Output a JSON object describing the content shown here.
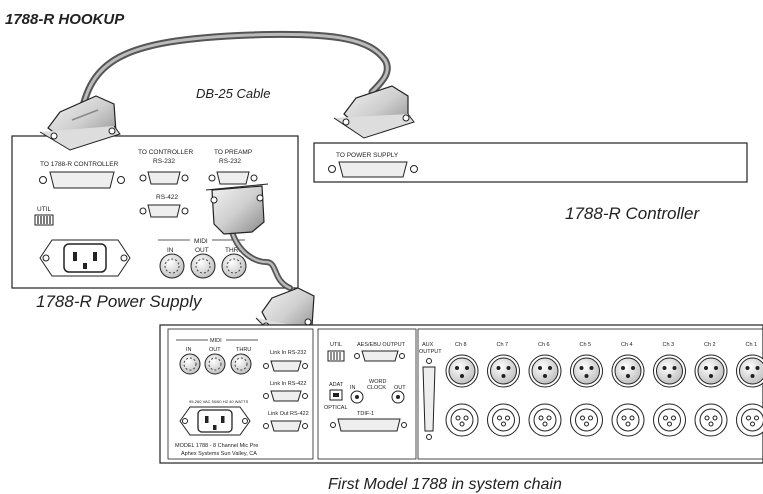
{
  "title": "1788-R HOOKUP",
  "cable_label": "DB-25 Cable",
  "power_supply": {
    "name": "1788-R Power Supply",
    "to_controller_label": "TO 1788-R CONTROLLER",
    "to_controller_header": "TO CONTROLLER",
    "to_preamp_header": "TO PREAMP",
    "rs232_a": "RS-232",
    "rs232_b": "RS-232",
    "rs422": "RS-422",
    "util": "UTIL",
    "midi": "MIDI",
    "midi_in": "IN",
    "midi_out": "OUT",
    "midi_thru": "THRU"
  },
  "controller": {
    "name": "1788-R Controller",
    "to_power_supply": "TO POWER SUPPLY"
  },
  "model1788": {
    "caption": "First Model 1788 in system chain",
    "midi": "MIDI",
    "midi_in": "IN",
    "midi_out": "OUT",
    "midi_thru": "THRU",
    "link_in_rs232": "Link In RS-232",
    "link_in_rs422": "Link In RS-422",
    "link_out_rs422": "Link Out RS-422",
    "power_rating": "95-260 VAC 50/60 HZ 40 WATTS",
    "model_line": "MODEL 1788 - 8 Channel Mic Pre",
    "company_line": "Aphex Systems  Sun Valley, CA",
    "util": "UTIL",
    "aes_output": "AES/EBU OUTPUT",
    "adat": "ADAT",
    "optical": "OPTICAL",
    "word": "WORD",
    "clock": "CLOCK",
    "wc_in": "IN",
    "wc_out": "OUT",
    "tdif": "TDIF-1",
    "aux": "AUX",
    "aux_output": "OUTPUT",
    "channels": [
      "Ch 8",
      "Ch 7",
      "Ch 6",
      "Ch 5",
      "Ch 4",
      "Ch 3",
      "Ch 2",
      "Ch 1"
    ]
  }
}
